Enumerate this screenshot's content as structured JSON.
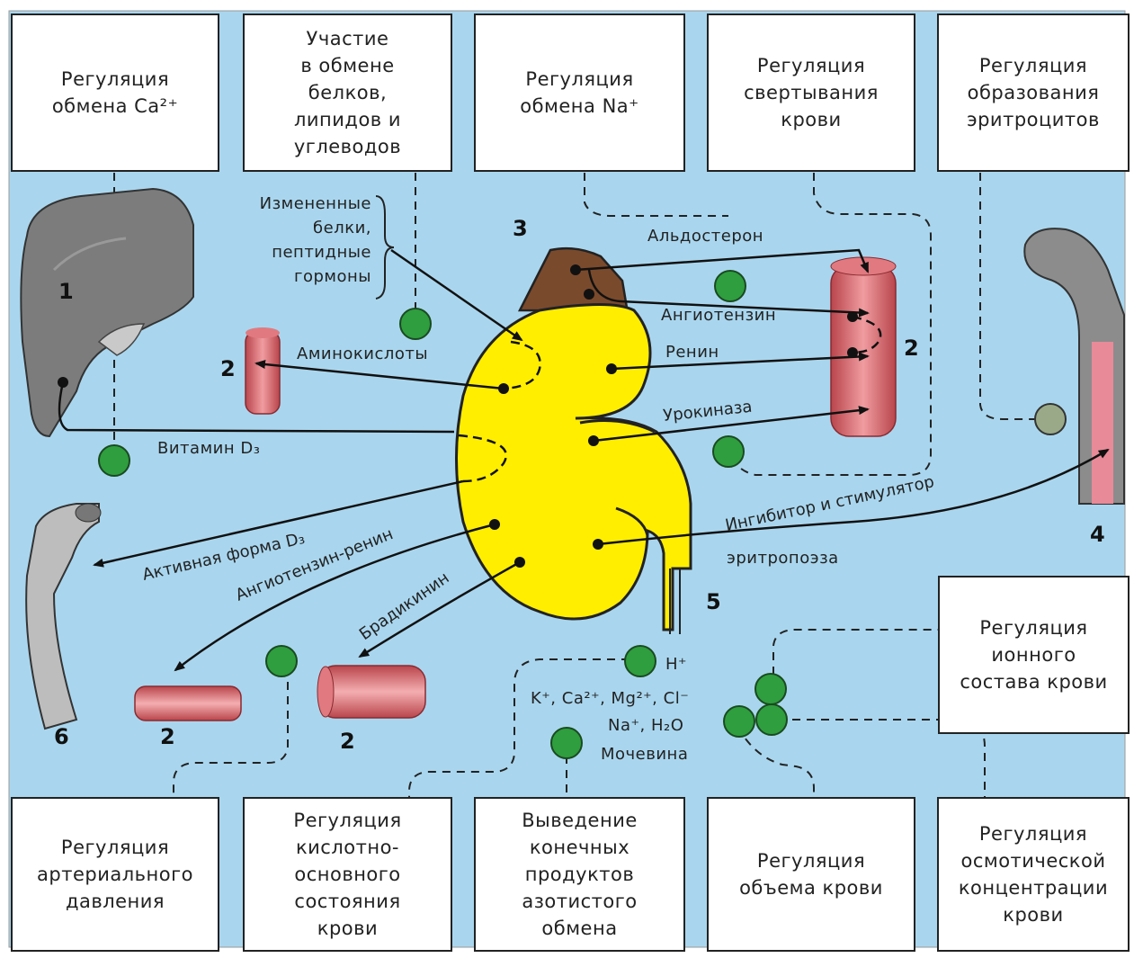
{
  "colors": {
    "background": "#a9d6ee",
    "kidney": "#ffee00",
    "adrenal": "#7a4a2c",
    "vessel": "#d9656b",
    "node": "#2e9e3e",
    "node_grey": "#9aaa88",
    "bone": "#8c8c8c",
    "marrow": "#e88a98",
    "liver": "#7a7a7a",
    "intestine": "#b0b0b0"
  },
  "top_boxes": [
    {
      "text": "Регуляция\nобмена Ca²⁺"
    },
    {
      "text": "Участие\nв обмене\nбелков,\nлипидов и\nуглеводов"
    },
    {
      "text": "Регуляция\nобмена Na⁺"
    },
    {
      "text": "Регуляция\nсвертывания\nкрови"
    },
    {
      "text": "Регуляция\nобразования\nэритроцитов"
    }
  ],
  "right_box": {
    "text": "Регуляция\nионного\nсостава крови"
  },
  "bottom_boxes": [
    {
      "text": "Регуляция\nартериального\nдавления"
    },
    {
      "text": "Регуляция\nкислотно-\nосновного\nсостояния\nкрови"
    },
    {
      "text": "Выведение\nконечных\nпродуктов\nазотистого\nобмена"
    },
    {
      "text": "Регуляция\nобъема крови"
    },
    {
      "text": "Регуляция\nосмотической\nконцентрации\nкрови"
    }
  ],
  "labels": {
    "proteins": "Измененные\nбелки,\nпептидные\nгормоны",
    "aldosterone": "Альдостерон",
    "angiotensin": "Ангиотензин",
    "renin": "Ренин",
    "urokinase": "Урокиназа",
    "amino_acids": "Аминокислоты",
    "vitamin_d3": "Витамин D₃",
    "active_d3": "Активная форма D₃",
    "angiotensin_renin": "Ангиотензин-ренин",
    "bradykinin": "Брадикинин",
    "inhibitor": "Ингибитор и стимулятор",
    "erythropoiesis": "эритропоэза",
    "h_ion": "H⁺",
    "ions": "K⁺, Ca²⁺, Mg²⁺, Cl⁻",
    "na_water": "Na⁺, H₂O",
    "urea": "Мочевина"
  },
  "numbers": {
    "liver": "1",
    "vessel": "2",
    "adrenal": "3",
    "bone": "4",
    "ureter": "5",
    "intestine": "6"
  }
}
